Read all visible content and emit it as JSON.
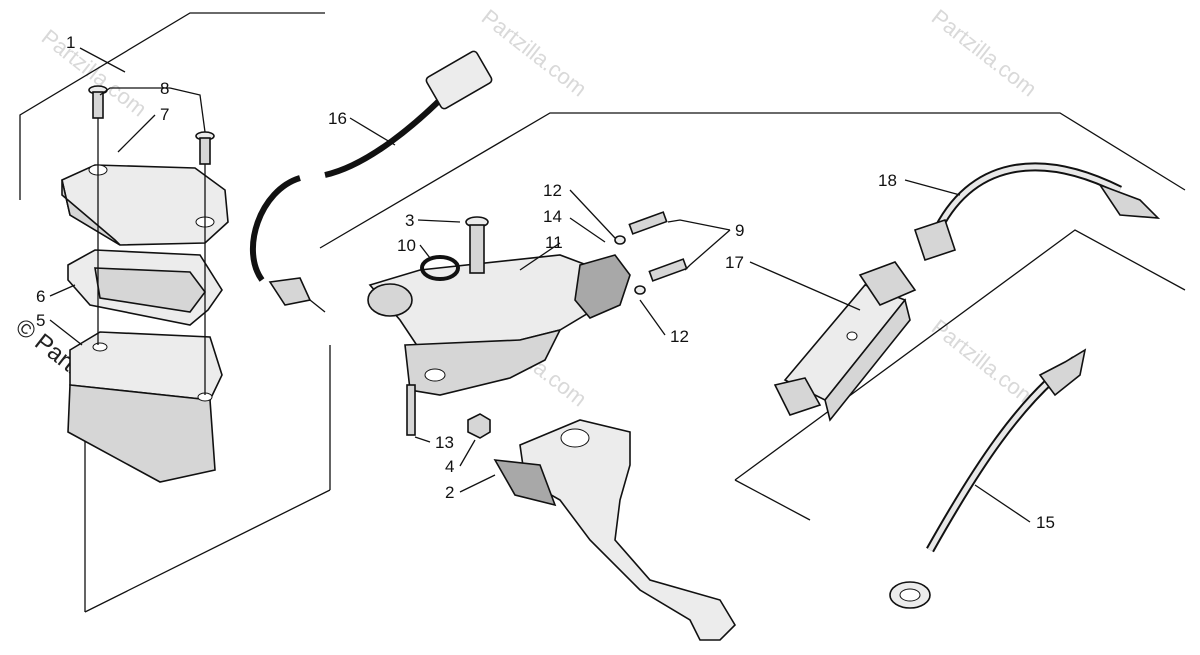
{
  "watermark": {
    "site": "Partzilla.com",
    "side_label": "© Partzilla.com"
  },
  "callouts": [
    {
      "id": "1",
      "label": "1"
    },
    {
      "id": "2",
      "label": "2"
    },
    {
      "id": "3",
      "label": "3"
    },
    {
      "id": "4",
      "label": "4"
    },
    {
      "id": "5",
      "label": "5"
    },
    {
      "id": "6",
      "label": "6"
    },
    {
      "id": "7",
      "label": "7"
    },
    {
      "id": "8",
      "label": "8"
    },
    {
      "id": "9",
      "label": "9"
    },
    {
      "id": "10",
      "label": "10"
    },
    {
      "id": "11",
      "label": "11"
    },
    {
      "id": "12a",
      "label": "12"
    },
    {
      "id": "12b",
      "label": "12"
    },
    {
      "id": "13",
      "label": "13"
    },
    {
      "id": "14",
      "label": "14"
    },
    {
      "id": "15",
      "label": "15"
    },
    {
      "id": "16",
      "label": "16"
    },
    {
      "id": "17",
      "label": "17"
    },
    {
      "id": "18",
      "label": "18"
    }
  ]
}
